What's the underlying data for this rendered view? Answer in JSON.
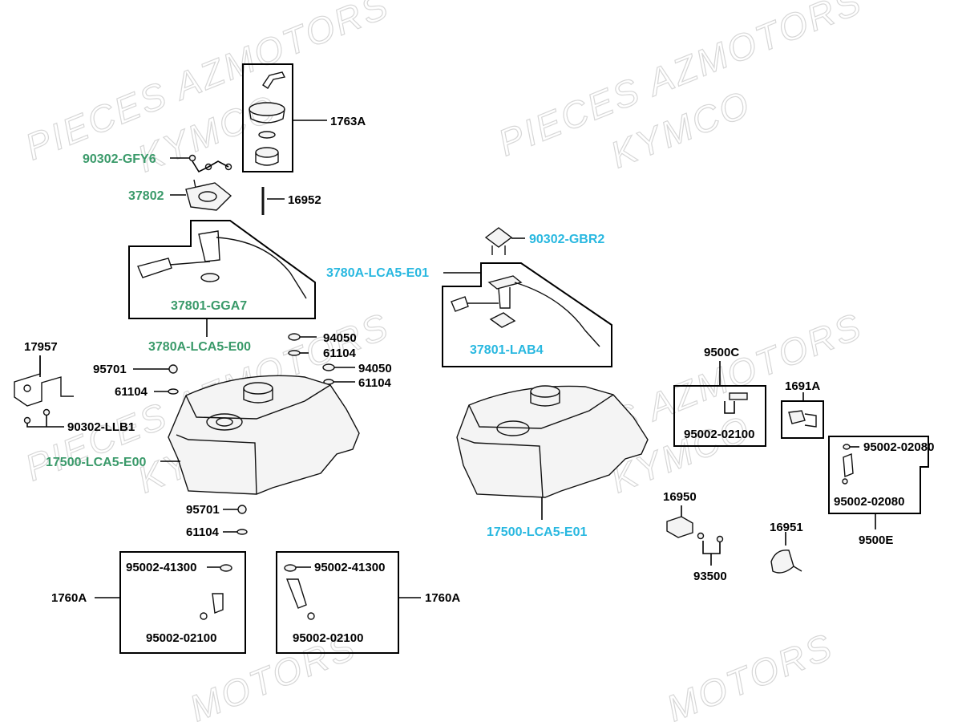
{
  "colors": {
    "green": "#3a9a6a",
    "cyan": "#29b8e0",
    "black": "#000000",
    "watermark": "#d7d7d7"
  },
  "watermarks": {
    "pieces": "PIECES AZMOTORS",
    "brand": "KYMCO",
    "azmotors": "AZMOTORS",
    "partial_bottom": "MOTORS"
  },
  "labels": {
    "l1763A": "1763A",
    "l90302GFY6": "90302-GFY6",
    "l37802": "37802",
    "l16952": "16952",
    "l37801GGA7": "37801-GGA7",
    "l3780AE00": "3780A-LCA5-E00",
    "l17957": "17957",
    "l94050a": "94050",
    "l61104a": "61104",
    "l94050b": "94050",
    "l61104b": "61104",
    "l95701a": "95701",
    "l61104c": "61104",
    "l90302LLB1": "90302-LLB1",
    "l17500E00": "17500-LCA5-E00",
    "l95701b": "95701",
    "l61104d": "61104",
    "l9500241300a": "95002-41300",
    "l9500202100a": "95002-02100",
    "l1760Aa": "1760A",
    "l9500241300b": "95002-41300",
    "l9500202100b": "95002-02100",
    "l1760Ab": "1760A",
    "l90302GBR2": "90302-GBR2",
    "l3780AE01": "3780A-LCA5-E01",
    "l37801LAB4": "37801-LAB4",
    "l17500E01": "17500-LCA5-E01",
    "l9500C": "9500C",
    "l9500202100c": "95002-02100",
    "l1691A": "1691A",
    "l9500202080a": "95002-02080",
    "l9500202080b": "95002-02080",
    "l9500E": "9500E",
    "l16950": "16950",
    "l93500": "93500",
    "l16951": "16951"
  }
}
